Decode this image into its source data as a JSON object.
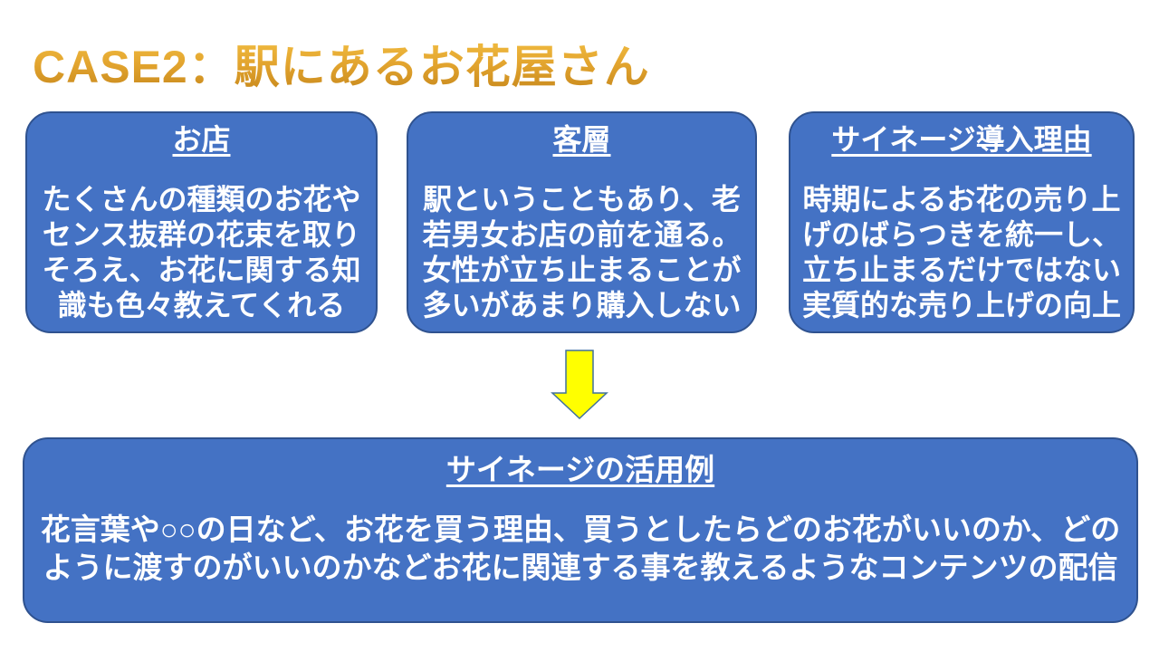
{
  "slide": {
    "title": "CASE2：駅にあるお花屋さん",
    "colors": {
      "box_fill": "#4472C4",
      "box_border": "#2F528F",
      "title_gold": "#E3A52F",
      "arrow_fill": "#FFFF00",
      "arrow_outline": "#41719C",
      "text": "#FFFFFF",
      "background": "#FFFFFF"
    },
    "boxes": [
      {
        "header": "お店",
        "body": "たくさんの種類のお花や\nセンス抜群の花束を取り\nそろえ、お花に関する知\n識も色々教えてくれる"
      },
      {
        "header": "客層",
        "body": "駅ということもあり、老\n若男女お店の前を通る。\n女性が立ち止まることが\n多いがあまり購入しない"
      },
      {
        "header": "サイネージ導入理由",
        "body": "時期によるお花の売り上\nげのばらつきを統一し、\n立ち止まるだけではない\n実質的な売り上げの向上"
      }
    ],
    "result_box": {
      "header": "サイネージの活用例",
      "body": "花言葉や○○の日など、お花を買う理由、買うとしたらどのお花がいいのか、どの\nように渡すのがいいのかなどお花に関連する事を教えるようなコンテンツの配信"
    }
  }
}
